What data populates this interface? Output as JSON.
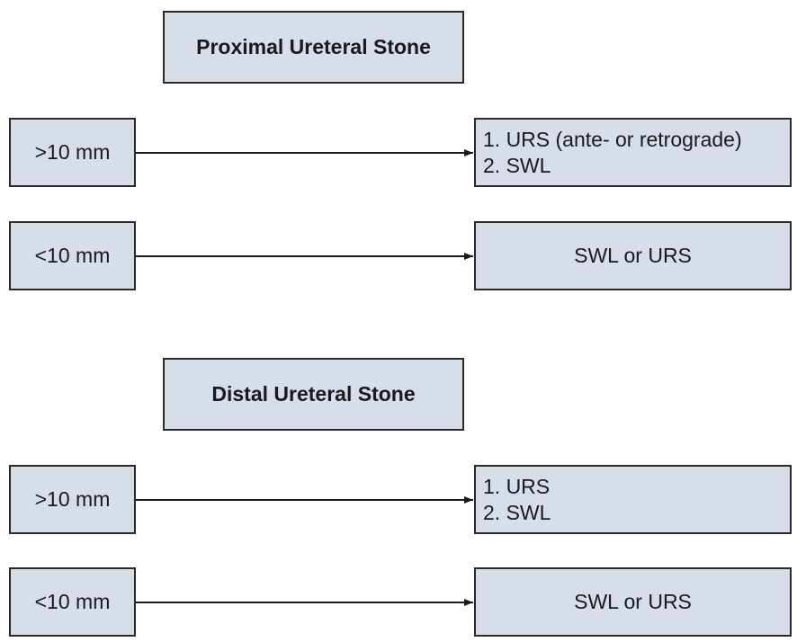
{
  "colors": {
    "box_fill": "#d7dde9",
    "box_border": "#2a2a2a",
    "arrow": "#1a1a1a"
  },
  "sections": [
    {
      "title": "Proximal Ureteral Stone",
      "rows": [
        {
          "size": ">10 mm",
          "treatment": [
            "1. URS (ante- or retrograde)",
            "2. SWL"
          ]
        },
        {
          "size": "<10 mm",
          "treatment": [
            "SWL or URS"
          ]
        }
      ]
    },
    {
      "title": "Distal Ureteral Stone",
      "rows": [
        {
          "size": ">10 mm",
          "treatment": [
            "1. URS",
            "2. SWL"
          ]
        },
        {
          "size": "<10 mm",
          "treatment": [
            "SWL or URS"
          ]
        }
      ]
    }
  ]
}
